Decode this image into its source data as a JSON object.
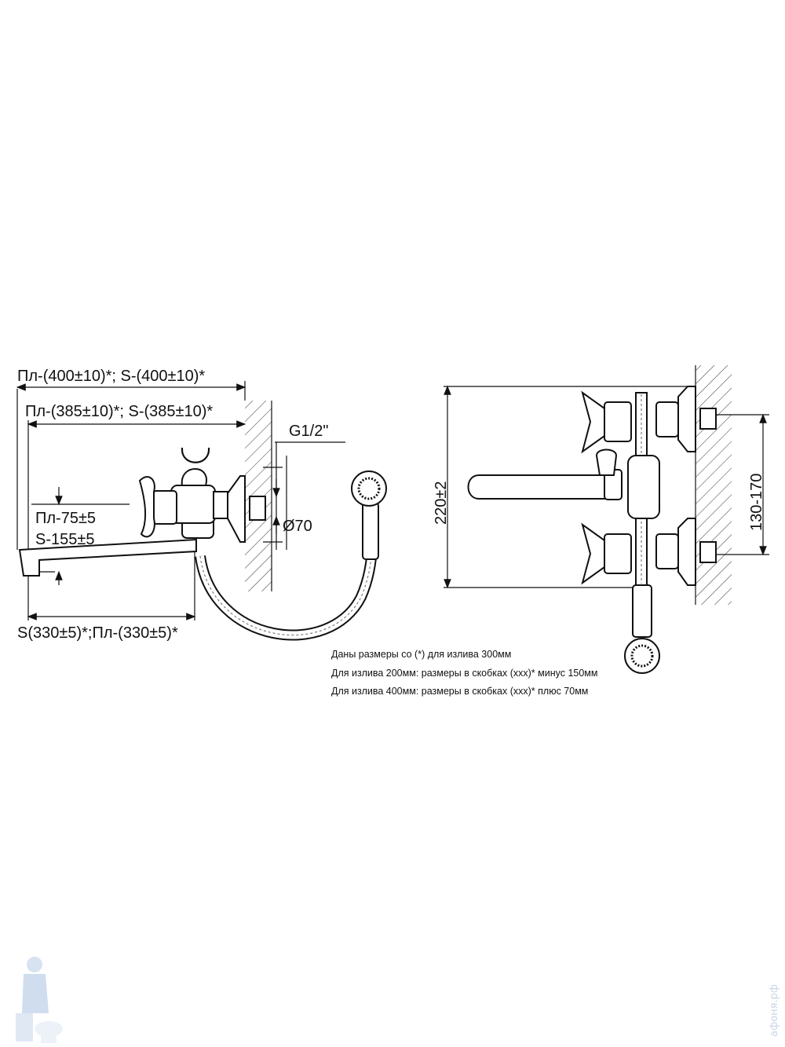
{
  "side_view": {
    "dim_top_1": "Пл-(400±10)*; S-(400±10)*",
    "dim_top_2": "Пл-(385±10)*; S-(385±10)*",
    "thread": "G1/2\"",
    "flange_diameter": "Ø70",
    "height_pl": "Пл-75±5",
    "height_s": "S-155±5",
    "dim_bottom": "S(330±5)*;Пл-(330±5)*"
  },
  "front_view": {
    "height": "220±2",
    "spacing": "130-170"
  },
  "notes": [
    "Даны размеры со (*) для излива 300мм",
    "Для излива 200мм: размеры в скобках (xxx)* минус 150мм",
    "Для излива 400мм: размеры в скобках (xxx)* плюс 70мм"
  ],
  "watermark": "aфоня.рф"
}
